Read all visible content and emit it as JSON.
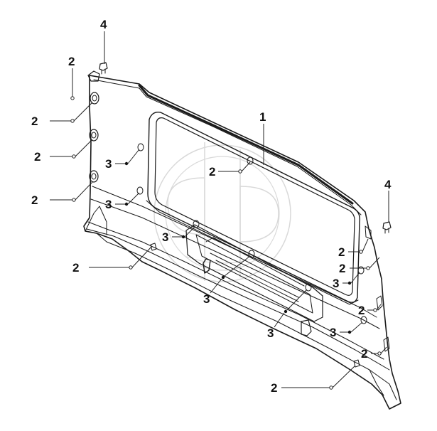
{
  "callouts": {
    "c1": "1",
    "c2a": "2",
    "c2b": "2",
    "c2c": "2",
    "c2d": "2",
    "c2e": "2",
    "c2f": "2",
    "c2g": "2",
    "c2h": "2",
    "c2i": "2",
    "c2j": "2",
    "c2k": "2",
    "c3a": "3",
    "c3b": "3",
    "c3c": "3",
    "c3d": "3",
    "c3e": "3",
    "c3f": "3",
    "c3g": "3",
    "c4a": "4",
    "c4b": "4"
  },
  "colors": {
    "line": "#1a1a1a",
    "watermark": "#d9d9d9",
    "background": "#ffffff"
  }
}
